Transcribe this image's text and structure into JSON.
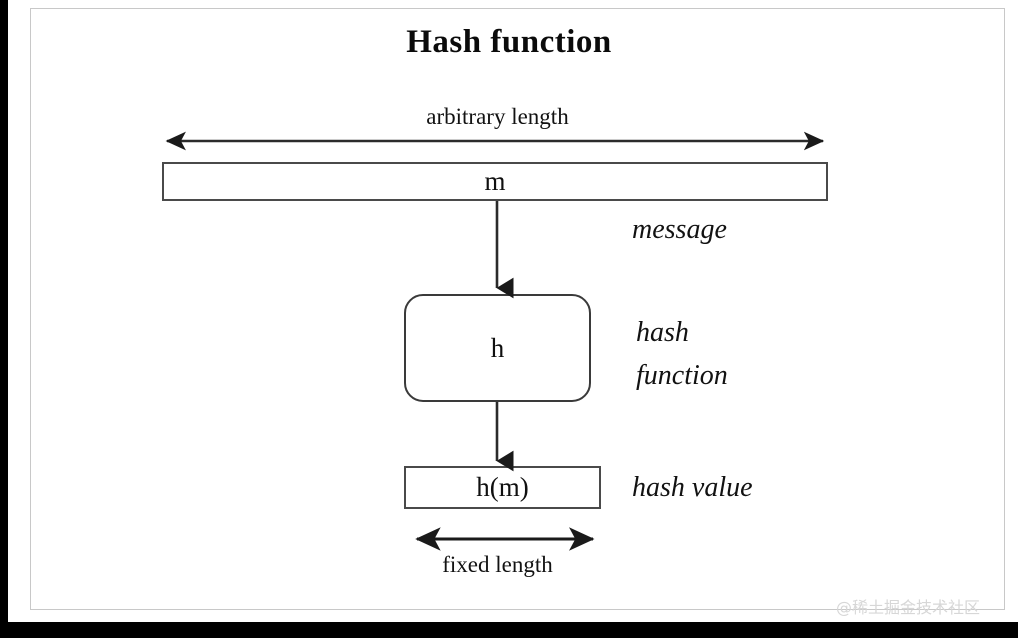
{
  "slide": {
    "title": "Hash function",
    "background_color": "#ffffff",
    "frame_color": "#000000",
    "border_color": "#c8c8c8"
  },
  "diagram": {
    "type": "flow-diagram",
    "top_measure_label": "arbitrary length",
    "bottom_measure_label": "fixed length",
    "nodes": [
      {
        "id": "message-box",
        "text": "m",
        "shape": "rectangle",
        "side_label": "message"
      },
      {
        "id": "hash-box",
        "text": "h",
        "shape": "rounded-rectangle",
        "side_label_line1": "hash",
        "side_label_line2": "function"
      },
      {
        "id": "hash-value-box",
        "text": "h(m)",
        "shape": "rectangle",
        "side_label": "hash value"
      }
    ],
    "connectors": [
      {
        "from": "message-box",
        "to": "hash-box",
        "style": "arrow-down"
      },
      {
        "from": "hash-box",
        "to": "hash-value-box",
        "style": "arrow-down"
      }
    ],
    "measures": [
      {
        "id": "arbitrary-length",
        "style": "double-headed-arrow",
        "label": "arbitrary length"
      },
      {
        "id": "fixed-length",
        "style": "double-headed-arrow",
        "label": "fixed length"
      }
    ],
    "line_color": "#3a3a3a"
  },
  "watermark": {
    "text": "@稀土掘金技术社区"
  }
}
